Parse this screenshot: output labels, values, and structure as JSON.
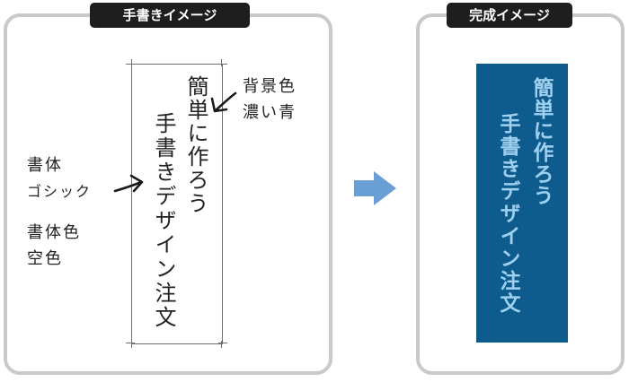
{
  "left_panel": {
    "badge": "手書きイメージ",
    "sketch_lines": [
      "簡単に作ろう",
      "手書きデザイン注文"
    ],
    "notes": {
      "background_color": [
        "背景色",
        "濃い青"
      ],
      "font": [
        "書体",
        "ゴシック"
      ],
      "font_color": [
        "書体色",
        "空色"
      ]
    }
  },
  "right_panel": {
    "badge": "完成イメージ",
    "finished_lines": [
      "簡単に作ろう",
      "手書きデザイン注文"
    ],
    "background_color": "#0e5b8d",
    "text_color": "#9fd0ef"
  },
  "arrow_color": "#6a9fd6",
  "icons": {
    "flow_arrow": "right-arrow-icon",
    "annotation_arrows": "hand-drawn-arrow-icon"
  }
}
